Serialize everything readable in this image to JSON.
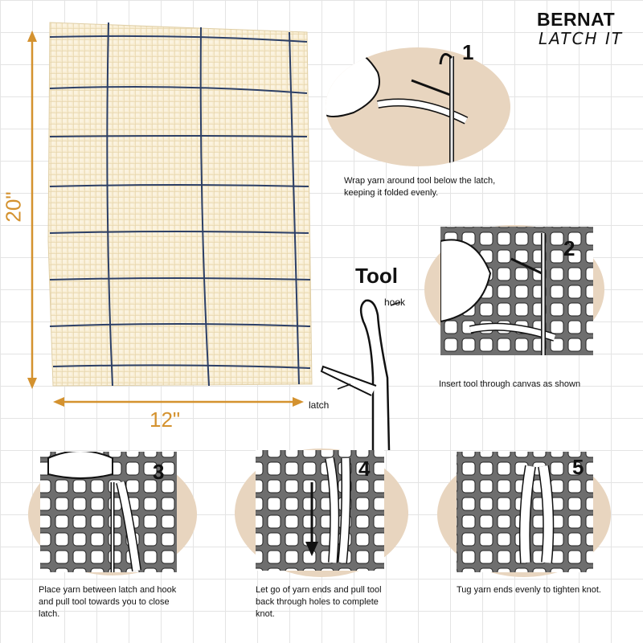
{
  "brand": {
    "name": "BERNAT",
    "sub": "LATCH IT"
  },
  "dimensions": {
    "height": "20\"",
    "width": "12\""
  },
  "tool": {
    "title": "Tool",
    "hook_label": "hook",
    "latch_label": "latch"
  },
  "steps": [
    {
      "number": "1",
      "text": "Wrap yarn around tool below the latch, keeping it folded evenly."
    },
    {
      "number": "2",
      "text": "Insert tool through canvas as shown"
    },
    {
      "number": "3",
      "text": "Place yarn between latch and hook and pull tool towards you to close latch."
    },
    {
      "number": "4",
      "text": "Let go of yarn ends and pull tool back through holes to complete knot."
    },
    {
      "number": "5",
      "text": "Tug yarn ends evenly to tighten knot."
    }
  ],
  "colors": {
    "accent": "#d4922f",
    "tan": "#e8d5bf",
    "canvas": "#f6e8c8",
    "stripe": "#2c3f66"
  }
}
